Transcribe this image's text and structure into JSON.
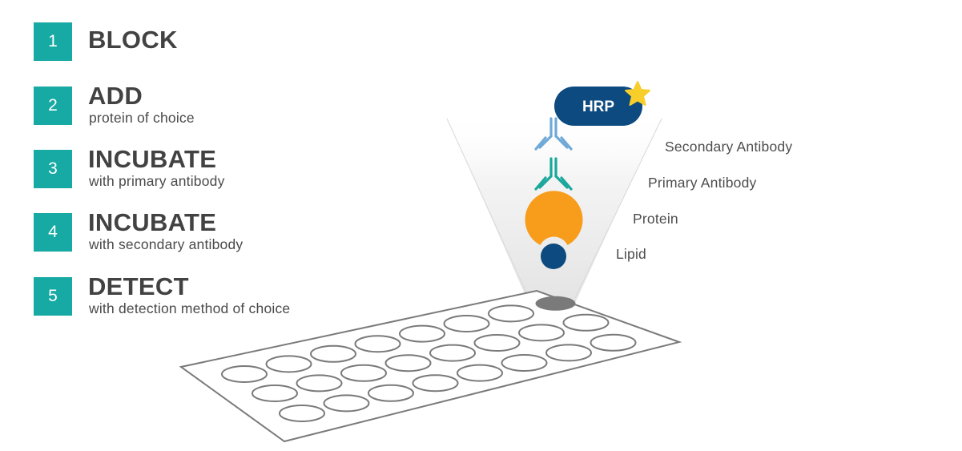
{
  "steps": [
    {
      "number": "1",
      "title": "BLOCK",
      "subtitle": ""
    },
    {
      "number": "2",
      "title": "ADD",
      "subtitle": "protein of choice"
    },
    {
      "number": "3",
      "title": "INCUBATE",
      "subtitle": "with primary antibody"
    },
    {
      "number": "4",
      "title": "INCUBATE",
      "subtitle": "with secondary antibody"
    },
    {
      "number": "5",
      "title": "DETECT",
      "subtitle": "with detection method of choice"
    }
  ],
  "diagram": {
    "enzyme_label": "HRP",
    "labels": {
      "secondary_antibody": "Secondary Antibody",
      "primary_antibody": "Primary Antibody",
      "protein": "Protein",
      "lipid": "Lipid"
    },
    "plate": {
      "rows": 3,
      "columns": 8,
      "highlighted_well": "row 1, column 8"
    },
    "colors": {
      "step_badge": "#17a9a3",
      "hrp": "#0d4a80",
      "star": "#f7ce2a",
      "secondary_antibody": "#6fa9d8",
      "primary_antibody": "#1aa89c",
      "protein": "#f89c1c",
      "lipid": "#0d4a80",
      "well_outline": "#7a7a7a",
      "highlighted_well": "#7a7a7a"
    }
  }
}
